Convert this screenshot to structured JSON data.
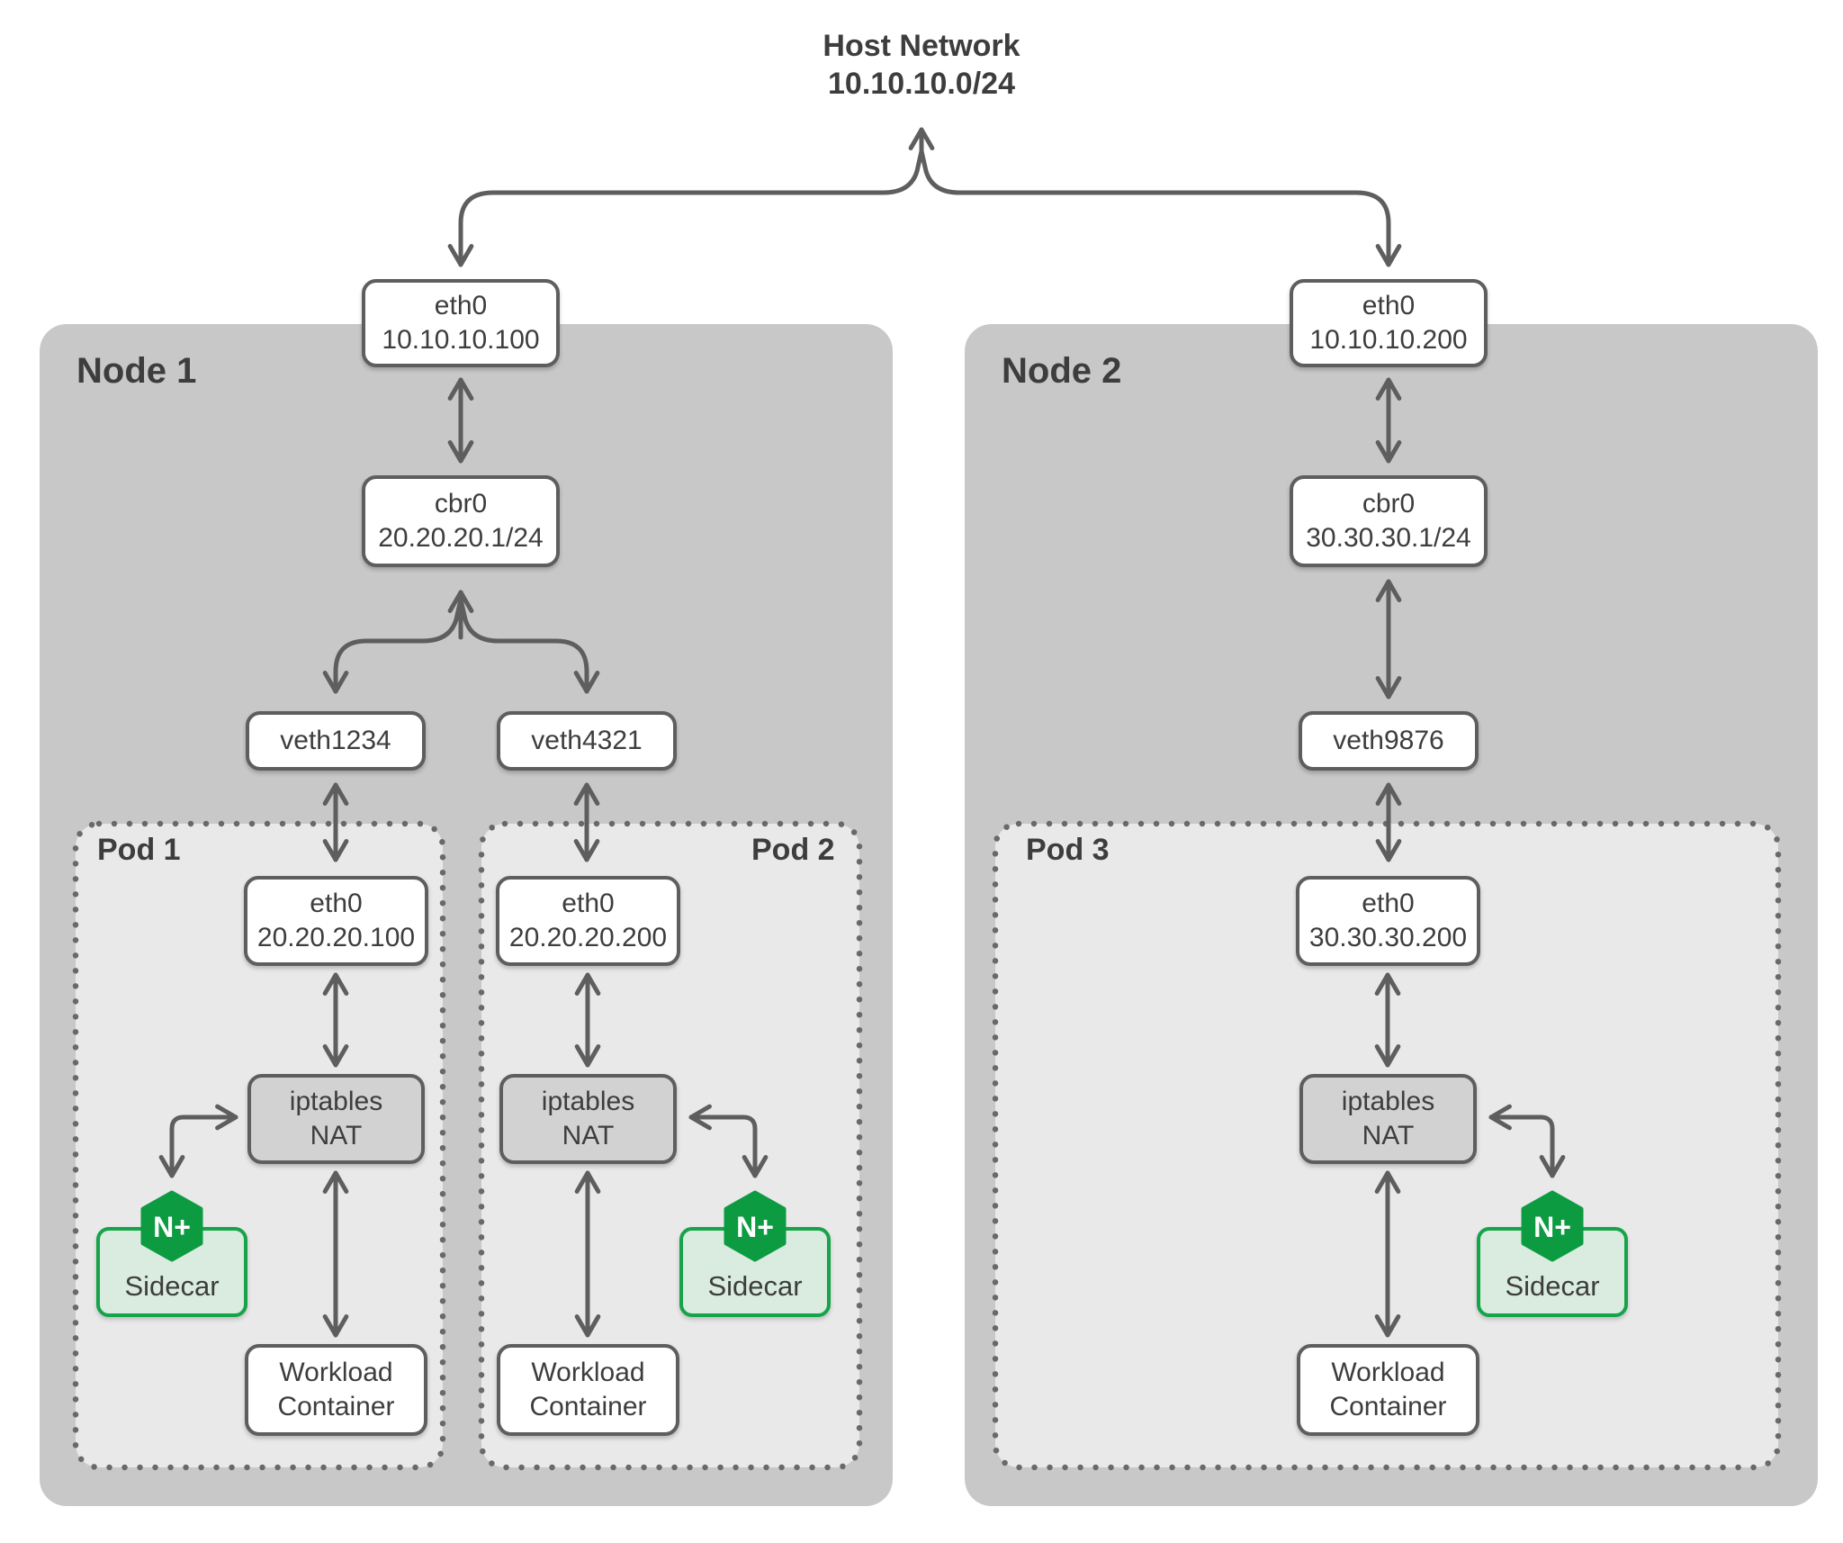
{
  "host_network": {
    "title": "Host Network",
    "cidr": "10.10.10.0/24"
  },
  "nodes": [
    {
      "label": "Node 1",
      "eth0_name": "eth0",
      "eth0_ip": "10.10.10.100",
      "bridge_name": "cbr0",
      "bridge_cidr": "20.20.20.1/24"
    },
    {
      "label": "Node 2",
      "eth0_name": "eth0",
      "eth0_ip": "10.10.10.200",
      "bridge_name": "cbr0",
      "bridge_cidr": "30.30.30.1/24"
    }
  ],
  "veths": [
    {
      "label": "veth1234"
    },
    {
      "label": "veth4321"
    },
    {
      "label": "veth9876"
    }
  ],
  "pods": [
    {
      "label": "Pod 1",
      "eth0_name": "eth0",
      "eth0_ip": "20.20.20.100",
      "nat_line1": "iptables",
      "nat_line2": "NAT",
      "sidecar_logo": "N+",
      "sidecar_label": "Sidecar",
      "workload_line1": "Workload",
      "workload_line2": "Container"
    },
    {
      "label": "Pod 2",
      "eth0_name": "eth0",
      "eth0_ip": "20.20.20.200",
      "nat_line1": "iptables",
      "nat_line2": "NAT",
      "sidecar_logo": "N+",
      "sidecar_label": "Sidecar",
      "workload_line1": "Workload",
      "workload_line2": "Container"
    },
    {
      "label": "Pod 3",
      "eth0_name": "eth0",
      "eth0_ip": "30.30.30.200",
      "nat_line1": "iptables",
      "nat_line2": "NAT",
      "sidecar_logo": "N+",
      "sidecar_label": "Sidecar",
      "workload_line1": "Workload",
      "workload_line2": "Container"
    }
  ],
  "colors": {
    "bg": "#ffffff",
    "node_fill": "#c8c8c8",
    "pod_fill": "#e9e9e9",
    "box_border": "#5e5e5e",
    "nat_fill": "#d2d2d2",
    "arrow": "#5e5e5e",
    "dots": "#696969",
    "text": "#3d3d3d",
    "nginx_green": "#0c9b41",
    "sidecar_fill": "#d9ecdf",
    "sidecar_border": "#16a349"
  }
}
